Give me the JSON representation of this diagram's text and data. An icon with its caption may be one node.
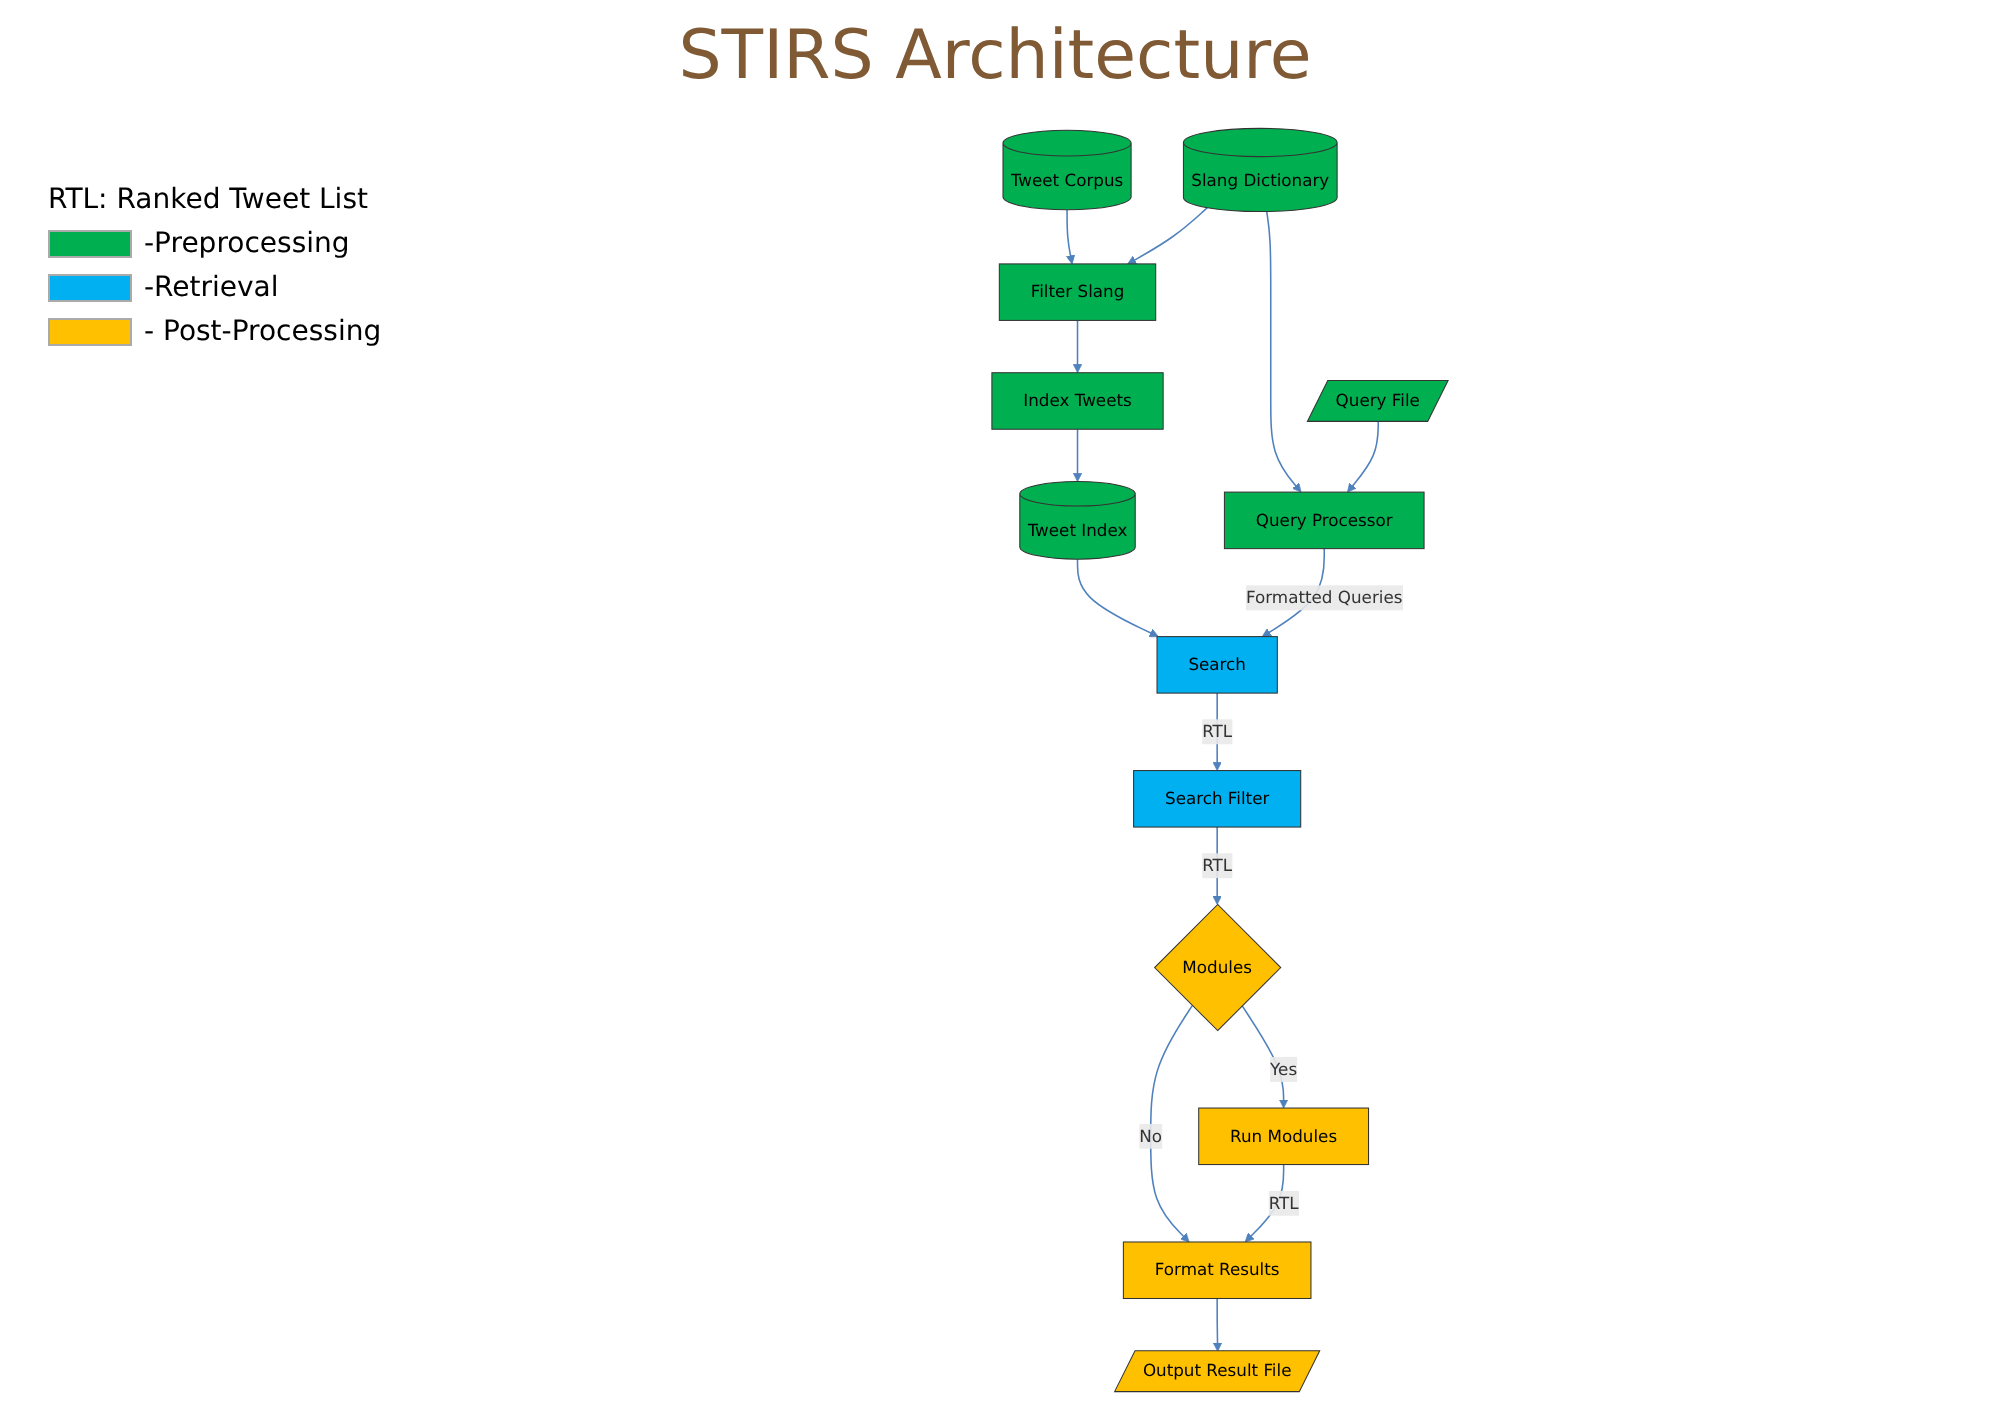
{
  "diagram": {
    "title": "STIRS Architecture",
    "nodes": [
      {
        "text": [
          "Tweet Corpus"
        ]
      },
      {
        "text": [
          "Filter Slang"
        ]
      },
      {
        "text": [
          "Index Tweets"
        ]
      },
      {
        "text": [
          "Tweet Index"
        ]
      },
      {
        "text": [
          "Slang Dictionary"
        ]
      },
      {
        "text": [
          "Query File"
        ]
      },
      {
        "text": [
          "Query Processor"
        ]
      },
      {
        "text": [
          "Search"
        ]
      },
      {
        "text": [
          "Search Filter"
        ]
      },
      {
        "text": [
          "Output Result File"
        ]
      },
      {
        "text": [
          "Format Results"
        ]
      },
      {
        "text": [
          "Modules"
        ]
      },
      {
        "text": [
          "Run Modules"
        ]
      }
    ],
    "edges": [
      {
        "from": 0,
        "to": 1,
        "arrow": "to"
      },
      {
        "from": 1,
        "to": 2,
        "arrow": "to"
      },
      {
        "from": 2,
        "to": 3,
        "arrow": "to"
      },
      {
        "from": 4,
        "to": 1,
        "arrow": "to"
      },
      {
        "from": 3,
        "to": 7,
        "arrow": "to"
      },
      {
        "from": 4,
        "to": 6,
        "arrow": "to"
      },
      {
        "from": 5,
        "to": 6,
        "arrow": "to"
      },
      {
        "from": 6,
        "to": 7,
        "label": "Formatted Queries",
        "arrow": "to"
      },
      {
        "from": 7,
        "to": 8,
        "label": "RTL",
        "arrow": "to"
      },
      {
        "from": 8,
        "to": 11,
        "label": "RTL",
        "arrow": "to"
      },
      {
        "from": 11,
        "to": 10,
        "label": "No",
        "arrow": "to"
      },
      {
        "from": 11,
        "to": 12,
        "label": "Yes",
        "arrow": "to"
      },
      {
        "from": 10,
        "to": 9,
        "arrow": "to"
      },
      {
        "from": 12,
        "to": 10,
        "label": "RTL",
        "arrow": "to"
      }
    ],
    "labels": [
      "RTL: Ranked Tweet List"
    ],
    "legend": [
      {
        "text": "-Preprocessing",
        "color": "#00b050"
      },
      {
        "text": "-Retrieval",
        "color": "#00b0f0"
      },
      {
        "text": "- Post-Processing",
        "color": "#ffc000"
      }
    ]
  }
}
